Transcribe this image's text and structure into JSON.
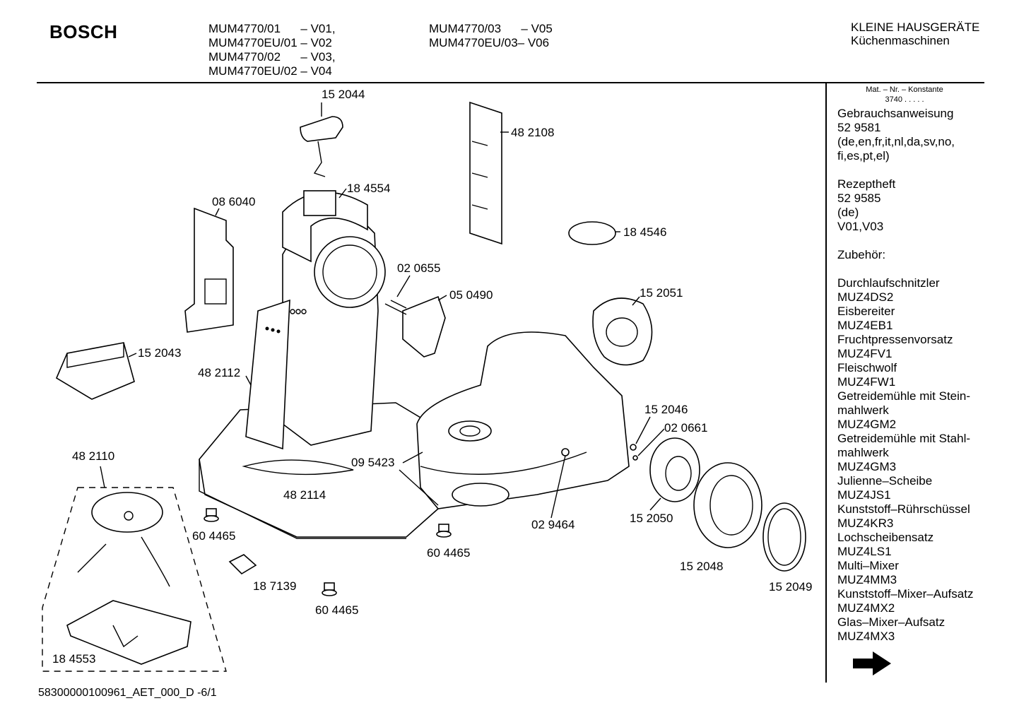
{
  "header": {
    "brand": "BOSCH",
    "models_left": [
      "MUM4770/01      – V01,",
      "MUM4770EU/01 – V02",
      "MUM4770/02      – V03,",
      "MUM4770EU/02 – V04"
    ],
    "models_right": [
      "MUM4770/03      – V05",
      "MUM4770EU/03– V06"
    ],
    "category": "KLEINE HAUSGERÄTE",
    "subcategory": "Küchenmaschinen"
  },
  "sidebar": {
    "mat_header": "Mat. – Nr. – Konstante",
    "mat_value": "3740 .  .  .  .  .",
    "lines": [
      "Gebrauchsanweisung",
      "52 9581",
      "(de,en,fr,it,nl,da,sv,no,",
      "fi,es,pt,el)",
      "",
      "Rezeptheft",
      "52 9585",
      "(de)",
      "V01,V03",
      "",
      "Zubehör:",
      "",
      "Durchlaufschnitzler",
      "MUZ4DS2",
      "Eisbereiter",
      "MUZ4EB1",
      "Fruchtpressenvorsatz",
      "MUZ4FV1",
      "Fleischwolf",
      "MUZ4FW1",
      "Getreidemühle mit Stein-",
      "mahlwerk",
      "MUZ4GM2",
      "Getreidemühle mit Stahl-",
      "mahlwerk",
      "MUZ4GM3",
      "Julienne–Scheibe",
      "MUZ4JS1",
      "Kunststoff–Rührschüssel",
      "MUZ4KR3",
      "Lochscheibensatz",
      "MUZ4LS1",
      "Multi–Mixer",
      "MUZ4MM3",
      "Kunststoff–Mixer–Aufsatz",
      "MUZ4MX2",
      "Glas–Mixer–Aufsatz",
      "MUZ4MX3"
    ],
    "next_icon": "arrow-right-icon"
  },
  "parts": [
    "15 2044",
    "48 2108",
    "18 4554",
    "08 6040",
    "18 4546",
    "02 0655",
    "05 0490",
    "15 2051",
    "15 2043",
    "48 2112",
    "15 2046",
    "02 0661",
    "48 2110",
    "09 5423",
    "48 2114",
    "60 4465",
    "60 4465",
    "02 9464",
    "15 2050",
    "15 2048",
    "15 2049",
    "18 7139",
    "60 4465",
    "18 4553"
  ],
  "footer": {
    "code": "58300000100961_AET_000_D   -6/1"
  }
}
